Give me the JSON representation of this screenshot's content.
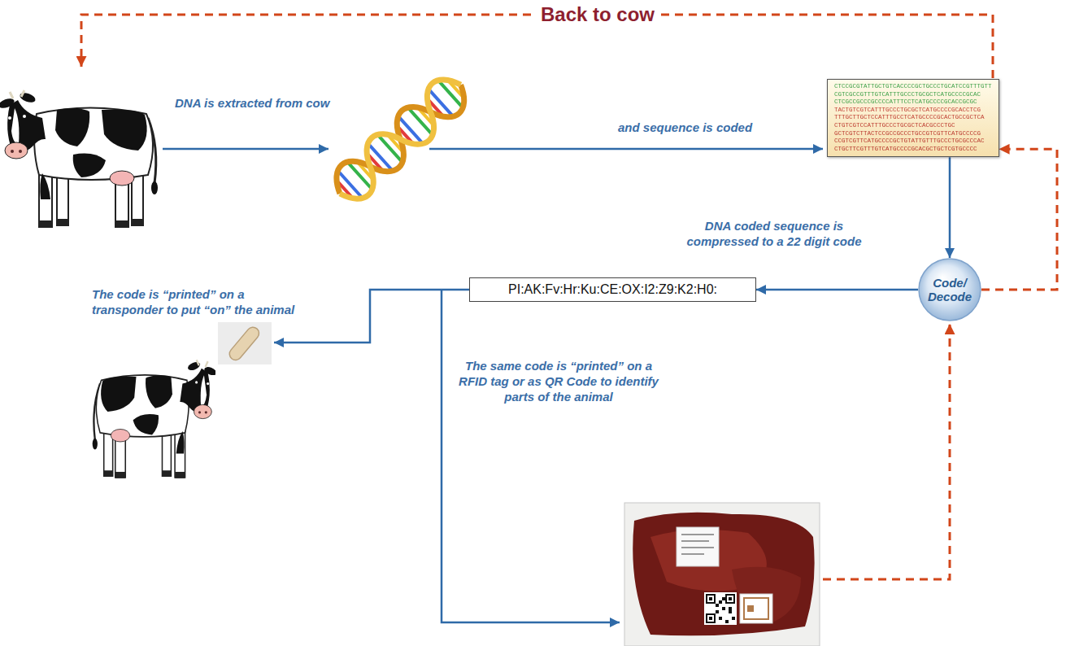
{
  "diagram": {
    "nodes": [
      {
        "text": [
          "CTCCGCGTATTGCTGTCACCCCGCTGCCCTGCATCCGTTTGTT CGTCGCCGTTTGTCATTTGCCCTGCGCTCATGCCCCGCAC CTCGCCGCCCGCCCCATTTCCTCATGCCCCGCACCGCGC TACTGTCGTCATTTGCCCTGCGCTCATGCCCCGCACCTCG TTTGCTTGCTCCATTTGCCTCATGCCCCGCACTGCCGCTCA CTGTCGTCCATTTGCCCTGCGCTCACGCCCTGC GCTCGTCTTACTCCGCCGCCCTGCCGTCGTTCATGCCCCG CCGTCGTTCATGCCCCGCTGTATTGTTTGCCCTGCGCCCAC CTGCTTCGTTTGTCATGCCCCGCACGCTGCTCGTGCCCC"
        ]
      },
      {
        "text": [
          "Code/ Decode"
        ]
      },
      {
        "text": [
          "PI:AK:Fv:Hr:Ku:CE:OX:I2:Z9:K2:H0:"
        ]
      }
    ],
    "edges": [
      {
        "from": 0,
        "to": 1,
        "arrow": "to",
        "label": "DNA coded sequence is compressed to a 22 digit code"
      },
      {
        "from": 1,
        "to": 2,
        "arrow": "to"
      },
      {
        "from": 1,
        "to": 0,
        "arrow": "to"
      }
    ],
    "labels": [
      "Back to cow",
      "DNA is extracted from cow",
      "and sequence is coded",
      "The code is “printed” on a transponder to put “on” the animal",
      "The same code is “printed” on a RFID tag or as QR Code to identify parts of the animal"
    ]
  }
}
